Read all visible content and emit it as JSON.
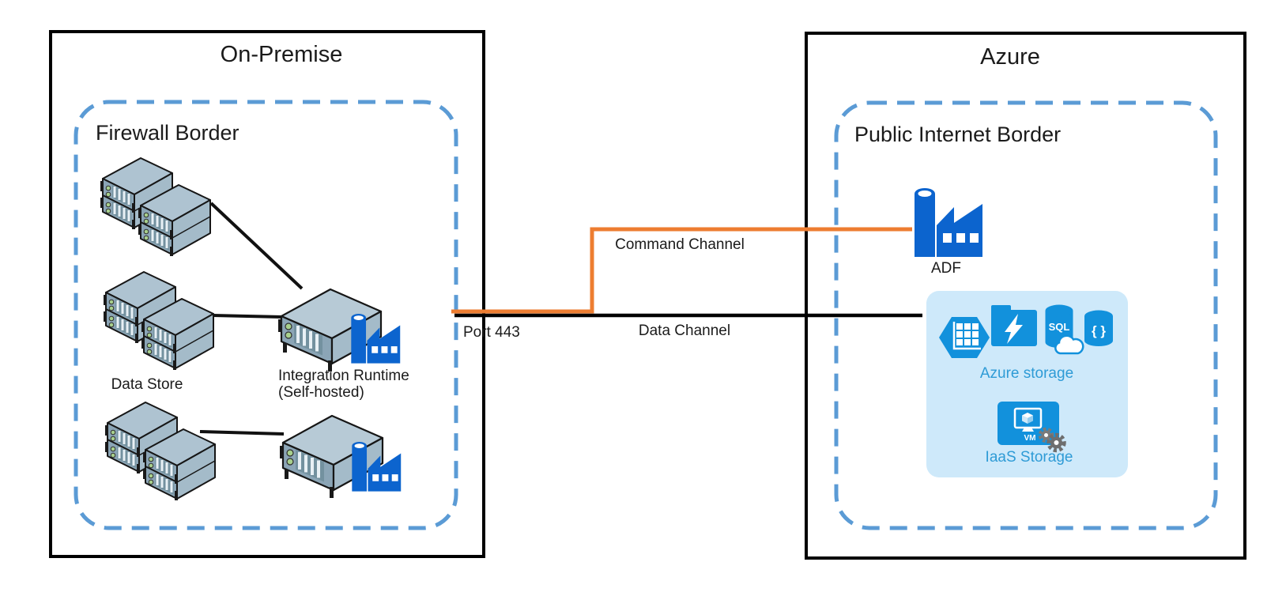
{
  "on_premise": {
    "title": "On-Premise",
    "zone_label": "Firewall Border",
    "data_store_label": "Data Store",
    "integration_runtime": {
      "line1": "Integration Runtime",
      "line2": "(Self-hosted)"
    }
  },
  "azure": {
    "title": "Azure",
    "zone_label": "Public Internet Border",
    "adf_label": "ADF",
    "storage": {
      "group_label": "Azure storage",
      "iaas_label": "IaaS Storage",
      "sql_badge": "SQL",
      "braces_badge": "{ }",
      "vm_badge": "VM"
    }
  },
  "connections": {
    "command_channel_label": "Command Channel",
    "data_channel_label": "Data Channel",
    "port_label": "Port 443"
  },
  "colors": {
    "command_channel_orange": "#ED7D31",
    "data_channel_black": "#000000",
    "dashed_border_blue": "#5B9BD5",
    "adf_blue": "#0C64CE",
    "storage_icon_blue": "#1291DC",
    "storage_panel_bg": "#CEE9FA",
    "storage_label_blue": "#2E9BD6",
    "server_led_green": "#A8D08D"
  }
}
